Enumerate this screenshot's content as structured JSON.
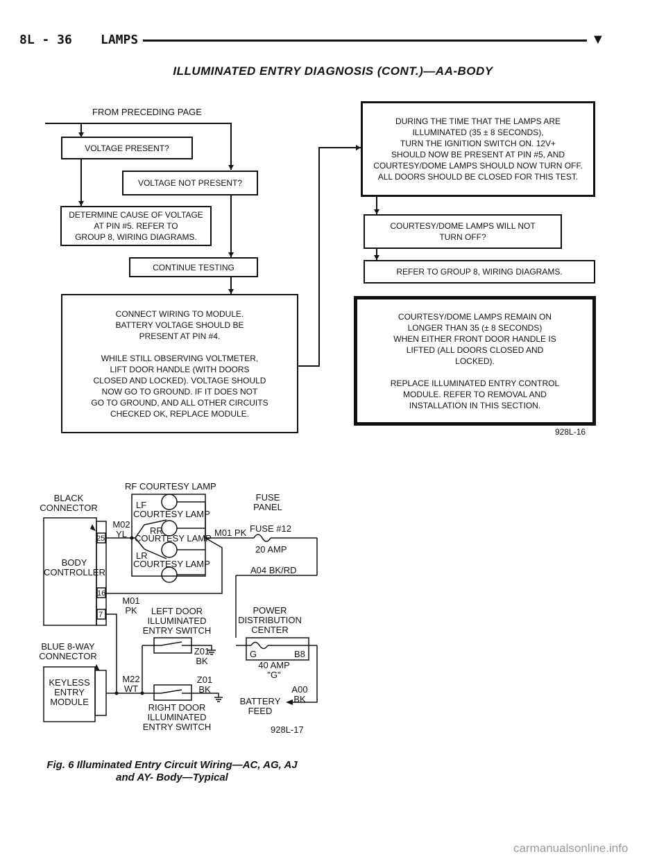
{
  "header": {
    "section": "8L - 36",
    "title": "LAMPS",
    "marker": "▼"
  },
  "doc_title": "ILLUMINATED ENTRY DIAGNOSIS (CONT.)—AA-BODY",
  "flowchart": {
    "from_preceding": "FROM PRECEDING PAGE",
    "voltage_present": "VOLTAGE PRESENT?",
    "voltage_not_present": "VOLTAGE NOT PRESENT?",
    "determine_cause": "DETERMINE CAUSE OF VOLTAGE\nAT PIN #5. REFER TO\nGROUP 8, WIRING DIAGRAMS.",
    "continue_testing": "CONTINUE TESTING",
    "connect_wiring": "CONNECT WIRING TO MODULE.\nBATTERY VOLTAGE SHOULD BE\nPRESENT AT PIN #4.\n\nWHILE STILL OBSERVING VOLTMETER,\nLIFT DOOR HANDLE (WITH DOORS\nCLOSED AND LOCKED). VOLTAGE SHOULD\nNOW GO TO GROUND. IF IT DOES NOT\nGO TO GROUND, AND ALL OTHER CIRCUITS\nCHECKED OK, REPLACE MODULE.",
    "during_time": "DURING THE TIME THAT THE LAMPS ARE\nILLUMINATED (35 ± 8 SECONDS),\nTURN THE IGNITION SWITCH ON. 12V+\nSHOULD NOW BE PRESENT AT PIN #5, AND\nCOURTESY/DOME LAMPS SHOULD NOW TURN OFF.\nALL DOORS SHOULD BE CLOSED FOR THIS TEST.",
    "will_not_turn_off": "COURTESY/DOME LAMPS WILL NOT\nTURN OFF?",
    "refer_group8": "REFER TO GROUP 8, WIRING DIAGRAMS.",
    "remain_on": "COURTESY/DOME LAMPS REMAIN ON\nLONGER THAN 35 (± 8 SECONDS)\nWHEN EITHER FRONT DOOR HANDLE IS\nLIFTED (ALL DOORS CLOSED AND\nLOCKED).\n\nREPLACE ILLUMINATED ENTRY CONTROL\nMODULE. REFER TO REMOVAL AND\nINSTALLATION IN THIS SECTION.",
    "fig_id": "928L-16"
  },
  "wiring": {
    "rf_courtesy_lamp": "RF COURTESY LAMP",
    "black_connector": "BLACK\nCONNECTOR",
    "fuse_panel": "FUSE\nPANEL",
    "lf_label": "LF",
    "lf_courtesy": "COURTESY LAMP",
    "rr_label": "RR",
    "rr_courtesy": "COURTESY LAMP",
    "lr_label": "LR",
    "lr_courtesy": "COURTESY LAMP",
    "m02_yl": "M02\nYL",
    "pin25": "25",
    "m01_pk_top": "M01 PK",
    "fuse12": "FUSE #12",
    "amp20": "20 AMP",
    "body_controller": "BODY\nCONTROLLER",
    "a04": "A04 BK/RD",
    "pin16": "16",
    "pin7": "7",
    "m01_pk": "M01\nPK",
    "left_door_switch": "LEFT DOOR\nILLUMINATED\nENTRY SWITCH",
    "pdc": "POWER\nDISTRIBUTION\nCENTER",
    "blue_connector": "BLUE 8-WAY\nCONNECTOR",
    "z01_bk_1": "Z01\nBK",
    "g_label": "G",
    "b8_label": "B8",
    "amp40": "40 AMP\n\"G\"",
    "keyless": "KEYLESS\nENTRY\nMODULE",
    "m22_wt": "M22\nWT",
    "z01_bk_2": "Z01\nBK",
    "a00_bk": "A00\nBK",
    "battery_feed": "BATTERY\nFEED",
    "right_door_switch": "RIGHT DOOR\nILLUMINATED\nENTRY SWITCH",
    "fig_id": "928L-17"
  },
  "caption": "Fig. 6 Illuminated Entry Circuit Wiring—AC, AG, AJ\nand AY- Body—Typical",
  "watermark": "carmanualsonline.info"
}
